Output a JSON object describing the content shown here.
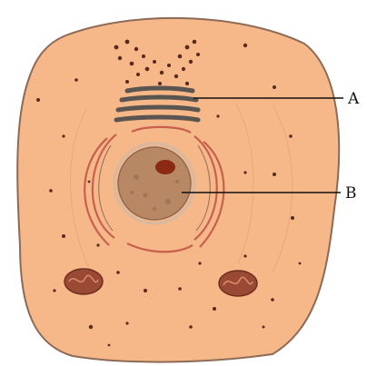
{
  "labels": {
    "a": "A",
    "b": "B"
  },
  "colors": {
    "cytoplasm": "#f6b889",
    "membrane": "#8d6a56",
    "nucleus": "#b88864",
    "nucleolus": "#8a2a12",
    "golgi": "#5b5552",
    "er": "#c8604f",
    "mitochondrion": "#9a4a34",
    "dots": "#5a2a1e"
  },
  "structures": [
    "cell-membrane",
    "cytoplasm",
    "golgi-apparatus",
    "vesicles",
    "endoplasmic-reticulum",
    "nuclear-envelope",
    "nucleus",
    "nucleolus",
    "mitochondrion",
    "granules"
  ]
}
